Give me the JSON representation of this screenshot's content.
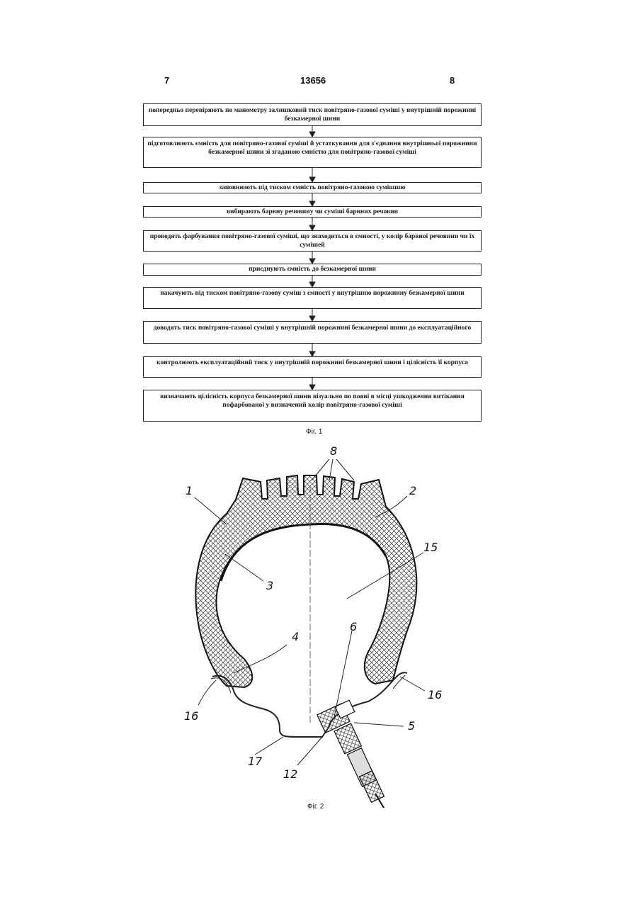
{
  "header": {
    "page_left": "7",
    "doc_number": "13656",
    "page_right": "8"
  },
  "flowchart": {
    "steps": [
      "попередньо перевіряють по манометру залишковий тиск повітряно-газової суміші у внутрішній порожнині безкамерної шини",
      "підготовлюють ємність для повітряно-газової суміші й устаткування для з'єднання внутрішньої порожнини безкамерної шини зі згаданою ємністю для повітряно-газової суміші",
      "заповнюють під тиском ємність повітряно-газовою сумішшю",
      "вибирають барвну речовину чи суміші барвних речовин",
      "проводять фарбування повітряно-газової суміші, що знаходиться в ємності, у колір барвної речовини чи їх сумішей",
      "приєднують ємність до безкамерної шини",
      "накачують під тиском повітряно-газову суміш з ємності у внутрішню порожнину безкамерної шини",
      "доводять тиск повітряно-газової суміші у внутрішній порожнині безкамерної шини до експлуатаційного",
      "контролюють експлуатаційний тиск у внутрішній порожнині безкамерної шини і цілісність її корпуса",
      "визначають цілісність корпуса безкамерної шини візуально по появі в місці ушкодження витікання пофарбованої у визначений колір повітряно-газової суміші"
    ],
    "caption": "Фіг. 1"
  },
  "figure2": {
    "labels": {
      "l1": "1",
      "l2": "2",
      "l3": "3",
      "l4": "4",
      "l5": "5",
      "l6": "6",
      "l8": "8",
      "l12": "12",
      "l15": "15",
      "l16a": "16",
      "l16b": "16",
      "l17": "17"
    },
    "caption": "Фіг. 2"
  }
}
